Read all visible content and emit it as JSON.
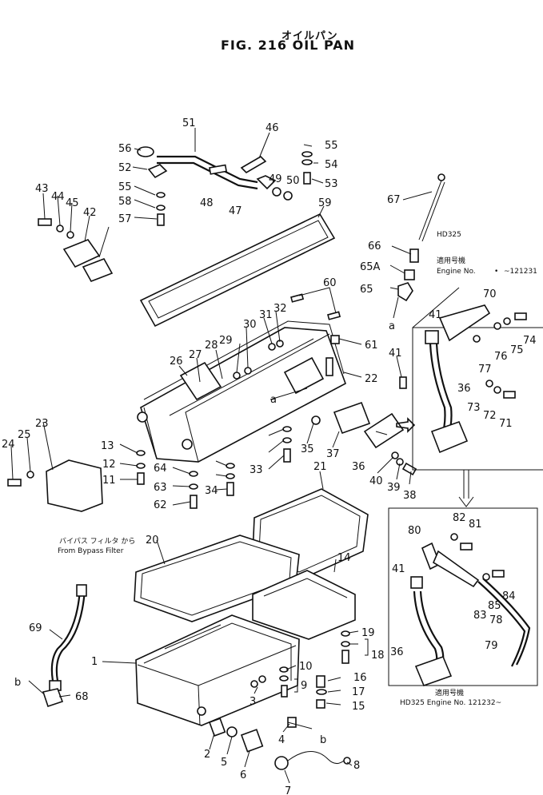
{
  "figure": {
    "title_jp": "オイルパン",
    "title": "FIG. 216  OIL PAN"
  },
  "inset_top": {
    "model": "HD325",
    "model_jp": "適用号機",
    "engine_label": "Engine  No.",
    "engine_range": "~121231",
    "dot": "•"
  },
  "inset_bottom": {
    "model_jp": "適用号機",
    "caption": "HD325  Engine  No. 121232~"
  },
  "bypass": {
    "jp": "バイパス フィルタ から",
    "en": "From Bypass Filter"
  },
  "callouts": [
    "1",
    "2",
    "3",
    "4",
    "5",
    "6",
    "7",
    "8",
    "9",
    "10",
    "11",
    "12",
    "13",
    "14",
    "15",
    "16",
    "17",
    "18",
    "19",
    "20",
    "21",
    "22",
    "23",
    "24",
    "25",
    "26",
    "27",
    "28",
    "29",
    "30",
    "31",
    "32",
    "33",
    "34",
    "35",
    "36",
    "37",
    "38",
    "39",
    "40",
    "41",
    "42",
    "43",
    "44",
    "45",
    "46",
    "47",
    "48",
    "49",
    "50",
    "51",
    "52",
    "53",
    "54",
    "55",
    "56",
    "57",
    "58",
    "59",
    "60",
    "61",
    "62",
    "63",
    "64",
    "65",
    "65A",
    "66",
    "67",
    "68",
    "69",
    "70",
    "71",
    "72",
    "73",
    "74",
    "75",
    "76",
    "77",
    "78",
    "79",
    "80",
    "81",
    "82",
    "83",
    "84",
    "85"
  ],
  "refs": {
    "a": "a",
    "b": "b"
  }
}
